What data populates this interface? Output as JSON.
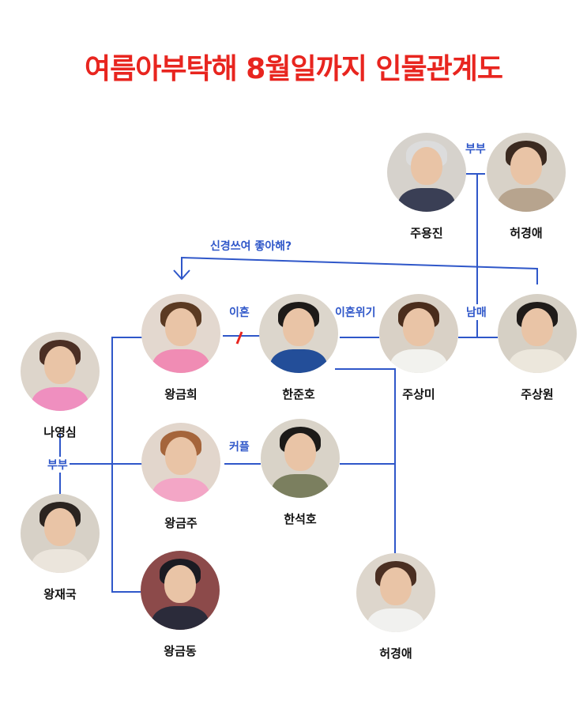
{
  "title": "여름아부탁해 8월일까지 인물관계도",
  "line_color": "#2f57c9",
  "title_color": "#e8251f",
  "people": [
    {
      "id": "ju-yongjin",
      "name": "주용진",
      "hair": "#dcdcdc",
      "body": "#3a3f55",
      "bg": "#d6d2cc"
    },
    {
      "id": "heo-gyeongae-1",
      "name": "허경애",
      "hair": "#3b2a20",
      "body": "#b7a48e",
      "bg": "#d8d2c8"
    },
    {
      "id": "wang-geumhui",
      "name": "왕금희",
      "hair": "#5b3a22",
      "body": "#f08cb4",
      "bg": "#e3d8cf"
    },
    {
      "id": "han-junho",
      "name": "한준호",
      "hair": "#1d1a18",
      "body": "#234e99",
      "bg": "#dcd6cc"
    },
    {
      "id": "ju-sangmi",
      "name": "주상미",
      "hair": "#4a2d1c",
      "body": "#f2f2ee",
      "bg": "#d9d1c6"
    },
    {
      "id": "ju-sangwon",
      "name": "주상원",
      "hair": "#1f1b19",
      "body": "#ece7dc",
      "bg": "#d6d0c5"
    },
    {
      "id": "na-yeongsim",
      "name": "나영심",
      "hair": "#4b2f24",
      "body": "#ef8fbf",
      "bg": "#ddd5cb"
    },
    {
      "id": "wang-geumju",
      "name": "왕금주",
      "hair": "#a5653b",
      "body": "#f3a6c6",
      "bg": "#e2d6cc"
    },
    {
      "id": "han-seokho",
      "name": "한석호",
      "hair": "#1c1a18",
      "body": "#7b7f5f",
      "bg": "#d9d3c8"
    },
    {
      "id": "wang-jaeguk",
      "name": "왕재국",
      "hair": "#2b2420",
      "body": "#ebe5dc",
      "bg": "#d7d1c7"
    },
    {
      "id": "wang-geumdong",
      "name": "왕금동",
      "hair": "#1b1b22",
      "body": "#2b2b3a",
      "bg": "#8c4a4a"
    },
    {
      "id": "heo-gyeongae-2",
      "name": "허경애",
      "hair": "#4a2f22",
      "body": "#f1f1ef",
      "bg": "#ddd6cc"
    }
  ],
  "relations": {
    "bubu_top": "부부",
    "concern": "신경쓰여 좋아해?",
    "divorce": "이혼",
    "divorce_crisis": "이혼위기",
    "siblings": "남매",
    "couple": "커플",
    "bubu_left": "부부",
    "divorce_mark": "/"
  }
}
